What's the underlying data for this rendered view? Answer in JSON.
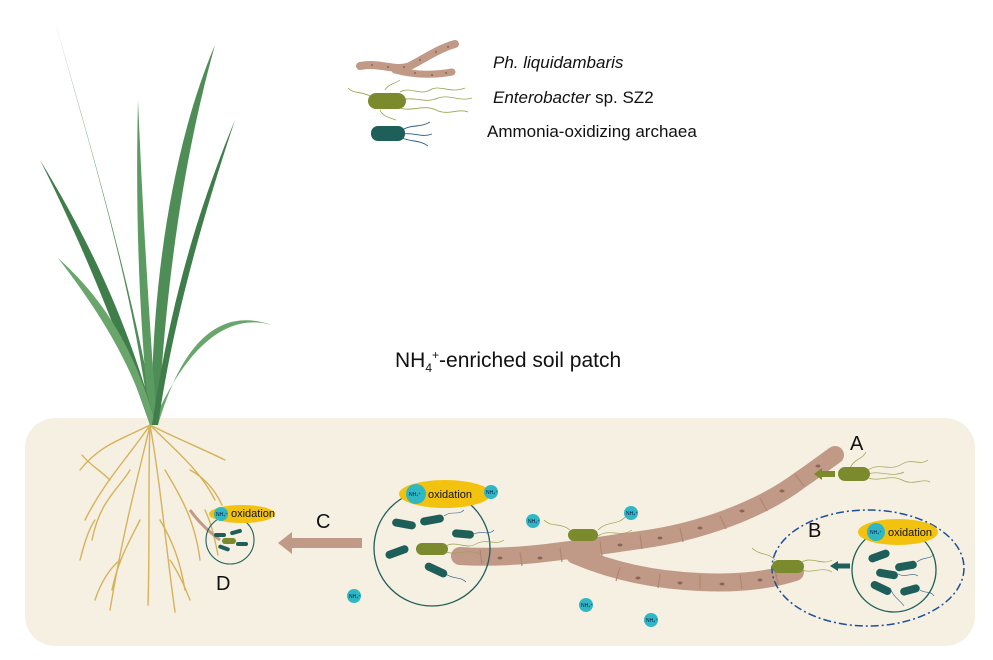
{
  "legend": {
    "fungus": "Ph. liquidambaris",
    "bacterium_italic": "Enterobacter",
    "bacterium_rest": " sp. SZ2",
    "archaea": "Ammonia-oxidizing archaea"
  },
  "patch": {
    "title_prefix": "NH",
    "title_sub": "4",
    "title_sup": "+",
    "title_suffix": "-enriched soil patch"
  },
  "labels": {
    "a": "A",
    "b": "B",
    "c": "C",
    "d": "D"
  },
  "oxidation": {
    "word": "oxidation",
    "ion": "NH₄⁺"
  },
  "colors": {
    "soil": "#f5f0e2",
    "hypha": "#c19a87",
    "hypha_dark": "#8a6556",
    "bacterium": "#7b8a2c",
    "archaea": "#1f5f5a",
    "ion": "#2fb8c4",
    "oxidation_bg": "#f3c20f",
    "boundary": "#1d4f9a",
    "grass": "#4f8d57",
    "root": "#d6b25a"
  }
}
